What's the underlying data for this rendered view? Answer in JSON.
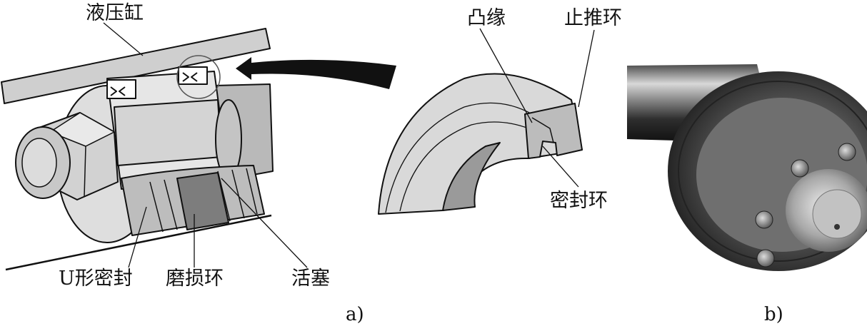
{
  "labels": {
    "hydraulic_cylinder": "液压缸",
    "u_seal": "U形密封",
    "wear_ring": "磨损环",
    "piston": "活塞",
    "flange": "凸缘",
    "thrust_ring": "止推环",
    "seal_ring": "密封环"
  },
  "captions": {
    "a": "a)",
    "b": "b)"
  }
}
